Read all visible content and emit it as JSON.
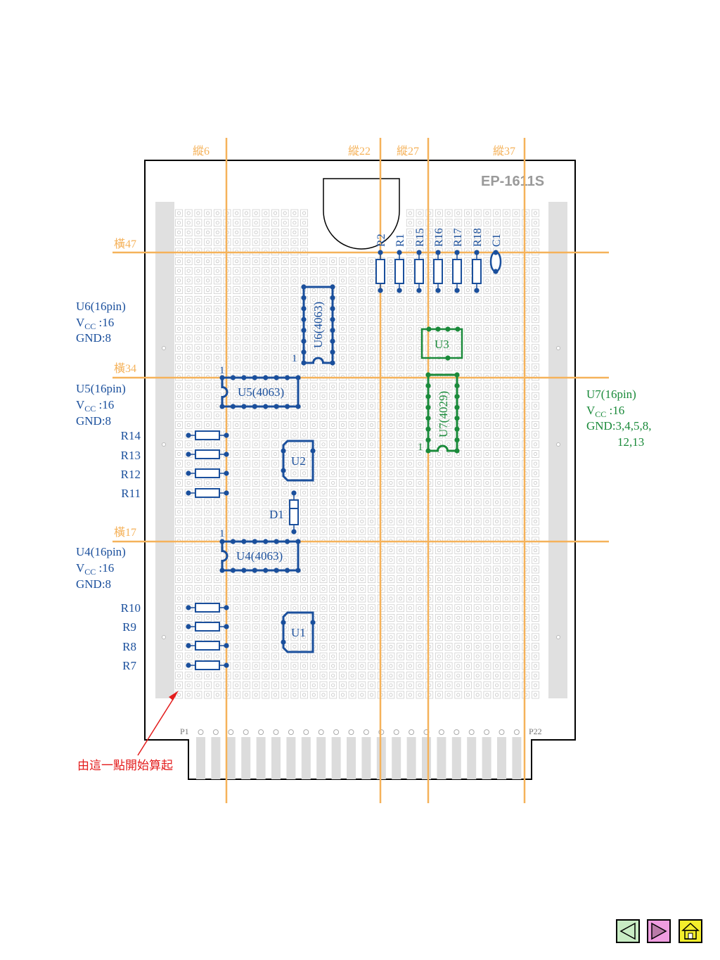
{
  "board": {
    "model": "EP-1611S",
    "start_note": "由這一點開始算起",
    "pin_first": "P1",
    "pin_last": "P22"
  },
  "guides": {
    "vertical": [
      "縱6",
      "縱22",
      "縱27",
      "縱37"
    ],
    "horizontal": [
      "橫47",
      "橫34",
      "橫17"
    ]
  },
  "chips": {
    "u1": "U1",
    "u2": "U2",
    "u3": "U3",
    "u4": "U4(4063)",
    "u5": "U5(4063)",
    "u6": "U6(4063)",
    "u7": "U7(4029)",
    "pin1": "1"
  },
  "resistors_top": [
    "R2",
    "R1",
    "R15",
    "R16",
    "R17",
    "R18",
    "C1"
  ],
  "resistors_left_upper": [
    "R14",
    "R13",
    "R12",
    "R11"
  ],
  "resistors_left_lower": [
    "R10",
    "R9",
    "R8",
    "R7"
  ],
  "diode": "D1",
  "notes": {
    "u6": {
      "title": "U6(16pin)",
      "v": "V",
      "sub": "CC",
      "vval": " :16",
      "gnd": "GND:8"
    },
    "u5": {
      "title": "U5(16pin)",
      "v": "V",
      "sub": "CC",
      "vval": " :16",
      "gnd": "GND:8"
    },
    "u4": {
      "title": "U4(16pin)",
      "v": "V",
      "sub": "CC",
      "vval": " :16",
      "gnd": "GND:8"
    },
    "u7": {
      "title": "U7(16pin)",
      "v": "V",
      "sub": "CC",
      "vval": " :16",
      "gnd": "GND:3,4,5,8,",
      "gnd2": "12,13"
    }
  },
  "colors": {
    "blue": "#1a4f9c",
    "green": "#1a8a3a",
    "orange": "#f5b25a",
    "red": "#e31b1b",
    "grid": "#cfcfcf",
    "rail": "#e0e0e0"
  },
  "nav": {
    "prev": "prev-arrow-icon",
    "next": "next-arrow-icon",
    "home": "home-icon"
  }
}
